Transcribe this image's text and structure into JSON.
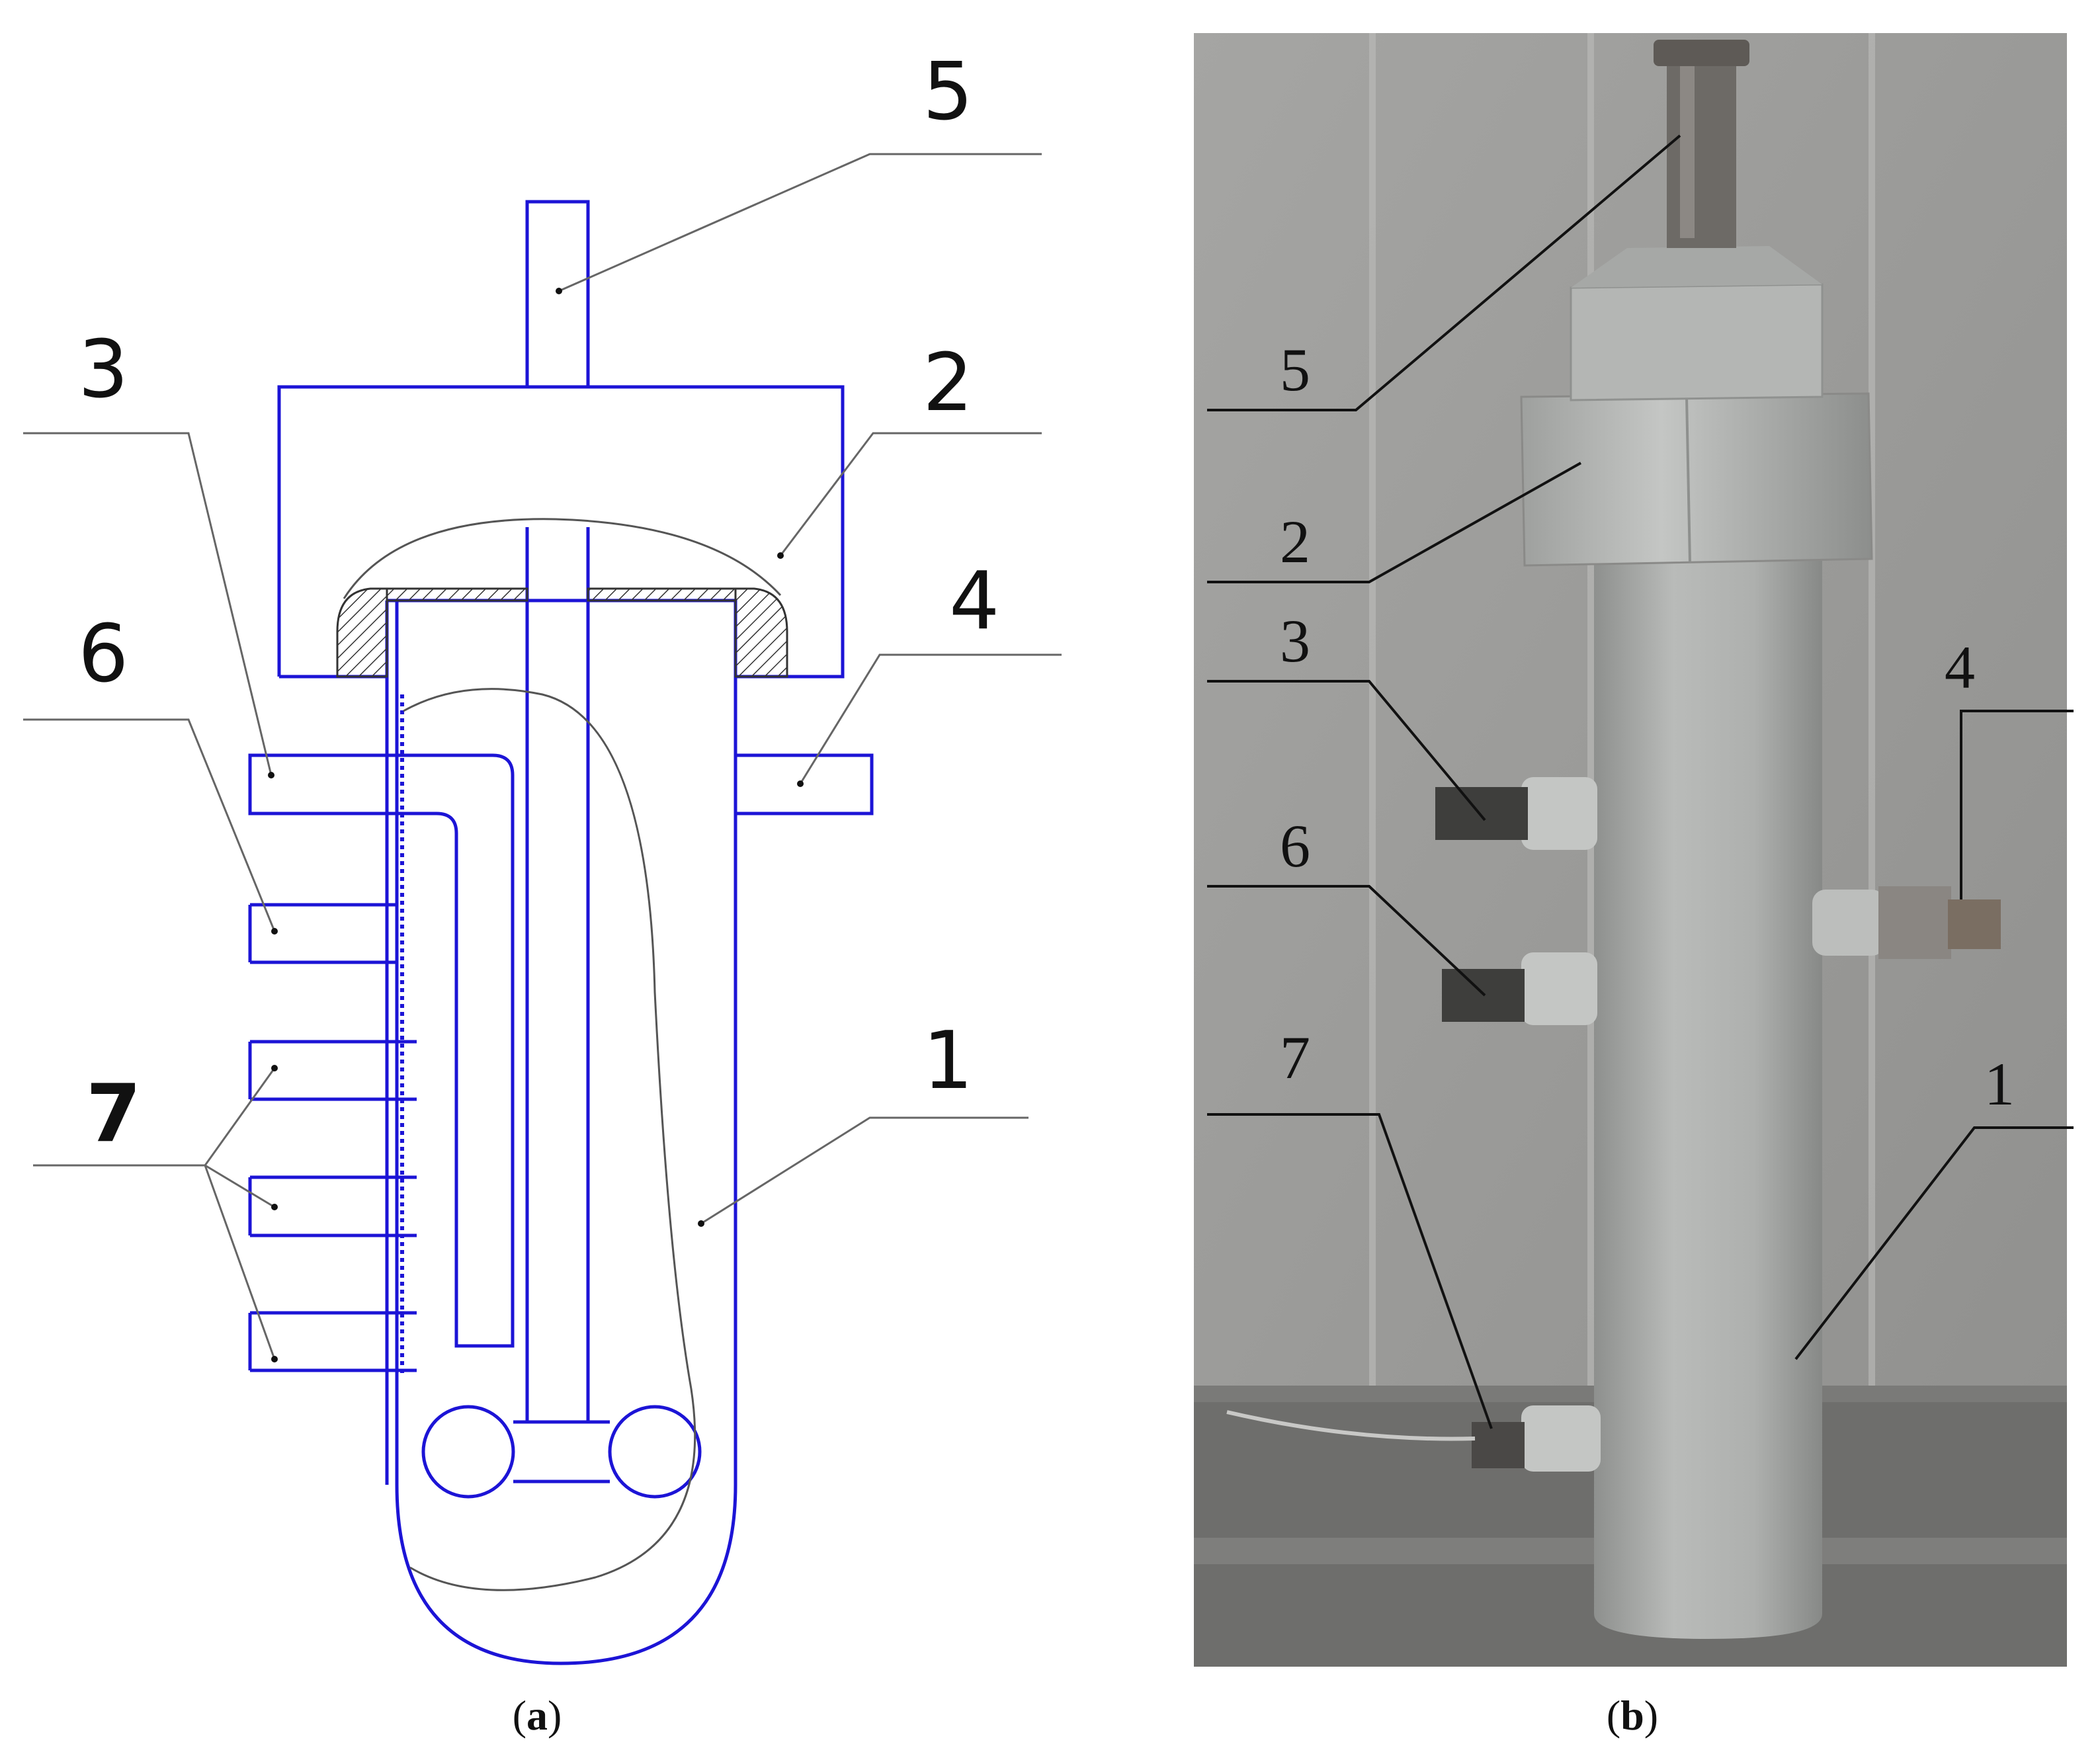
{
  "figure": {
    "panel_a": {
      "caption_letter": "a",
      "labels": {
        "1": "1",
        "2": "2",
        "3": "3",
        "4": "4",
        "5": "5",
        "6": "6",
        "7": "7"
      }
    },
    "panel_b": {
      "caption_letter": "b",
      "labels": {
        "1": "1",
        "2": "2",
        "3": "3",
        "4": "4",
        "5": "5",
        "6": "6",
        "7": "7"
      }
    }
  },
  "colors": {
    "drawing_outline": "#1c14d6",
    "leader_line": "#666666",
    "photo_background": "#9c9c9a",
    "photo_body": "#aeb0ae",
    "photo_floor": "#6e6e6c",
    "fitting": "#3e3e3c"
  }
}
